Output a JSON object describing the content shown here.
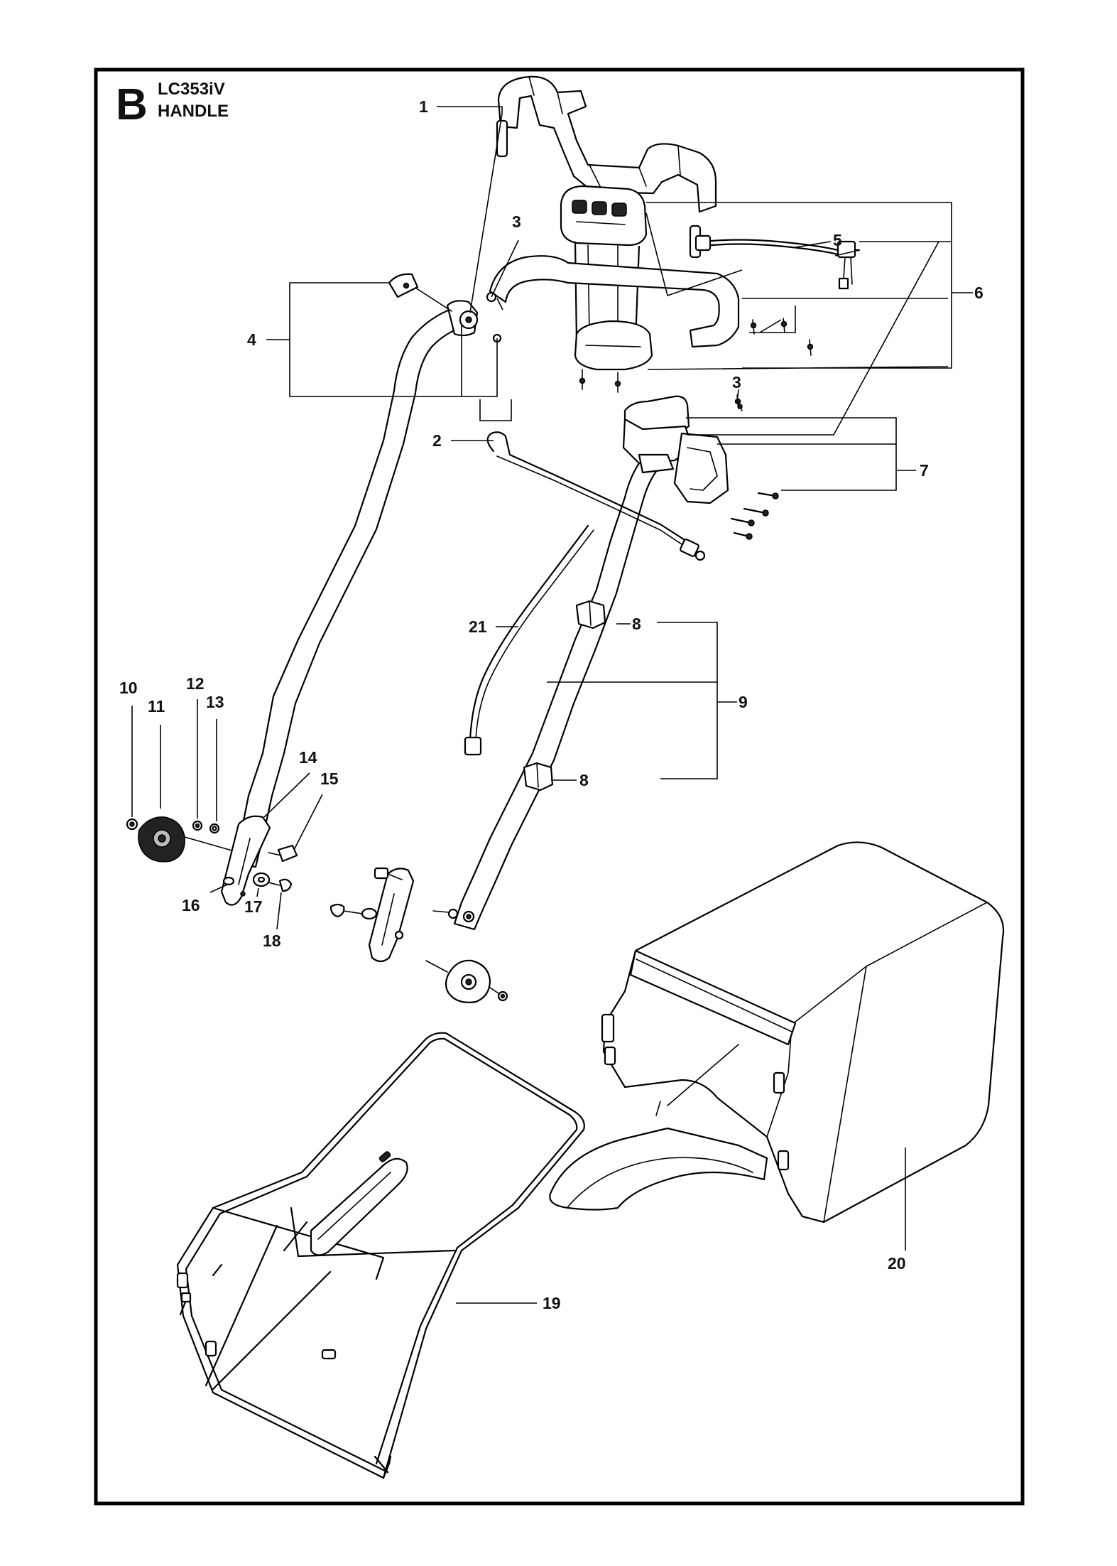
{
  "header": {
    "section_letter": "B",
    "model": "LC353iV",
    "title": "HANDLE"
  },
  "callouts": [
    {
      "id": "c1",
      "label": "1"
    },
    {
      "id": "c2",
      "label": "2"
    },
    {
      "id": "c3a",
      "label": "3"
    },
    {
      "id": "c3b",
      "label": "3"
    },
    {
      "id": "c4",
      "label": "4"
    },
    {
      "id": "c5",
      "label": "5"
    },
    {
      "id": "c6",
      "label": "6"
    },
    {
      "id": "c7",
      "label": "7"
    },
    {
      "id": "c8a",
      "label": "8"
    },
    {
      "id": "c8b",
      "label": "8"
    },
    {
      "id": "c9",
      "label": "9"
    },
    {
      "id": "c10",
      "label": "10"
    },
    {
      "id": "c11",
      "label": "11"
    },
    {
      "id": "c12",
      "label": "12"
    },
    {
      "id": "c13",
      "label": "13"
    },
    {
      "id": "c14",
      "label": "14"
    },
    {
      "id": "c15",
      "label": "15"
    },
    {
      "id": "c16",
      "label": "16"
    },
    {
      "id": "c17",
      "label": "17"
    },
    {
      "id": "c18",
      "label": "18"
    },
    {
      "id": "c19",
      "label": "19"
    },
    {
      "id": "c20",
      "label": "20"
    },
    {
      "id": "c21",
      "label": "21"
    }
  ]
}
